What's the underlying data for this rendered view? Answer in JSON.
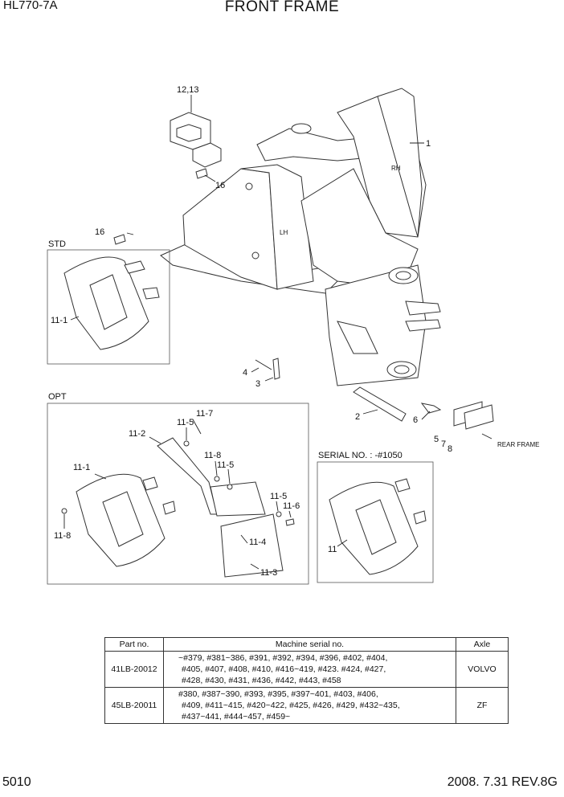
{
  "header": {
    "model": "HL770-7A",
    "title": "FRONT FRAME"
  },
  "footer": {
    "page_number": "5010",
    "revision": "2008. 7.31  REV.8G"
  },
  "sections": {
    "std": "STD",
    "opt": "OPT",
    "serial": "SERIAL NO. : -#1050"
  },
  "frame_marks": {
    "rh": "RH",
    "lh": "LH",
    "rear_frame": "REAR FRAME"
  },
  "callouts": {
    "c1": "1",
    "c1213": "12,13",
    "c16a": "16",
    "c16b": "16",
    "c4": "4",
    "c3": "3",
    "c2": "2",
    "c6": "6",
    "c5": "5",
    "c7": "7",
    "c8": "8",
    "std_111": "11-1",
    "opt_117": "11-7",
    "opt_115a": "11-5",
    "opt_112": "11-2",
    "opt_118a": "11-8",
    "opt_115b": "11-5",
    "opt_111": "11-1",
    "opt_115c": "11-5",
    "opt_116": "11-6",
    "opt_118b": "11-8",
    "opt_114": "11-4",
    "opt_113": "11-3",
    "ser_11": "11"
  },
  "table": {
    "headers": [
      "Part no.",
      "Machine serial no.",
      "Axle"
    ],
    "rows": [
      {
        "part_no": "41LB-20012",
        "serial_lines": [
          "~#379, #381~386, #391, #392, #394, #396, #402, #404,",
          "#405, #407, #408, #410, #416~419, #423. #424, #427,",
          "#428, #430, #431, #436, #442, #443, #458"
        ],
        "axle": "VOLVO"
      },
      {
        "part_no": "45LB-20011",
        "serial_lines": [
          "#380, #387~390, #393, #395, #397~401, #403, #406,",
          "#409, #411~415, #420~422, #425, #426, #429, #432~435,",
          "#437~441, #444~457, #459~"
        ],
        "axle": "ZF"
      }
    ]
  }
}
